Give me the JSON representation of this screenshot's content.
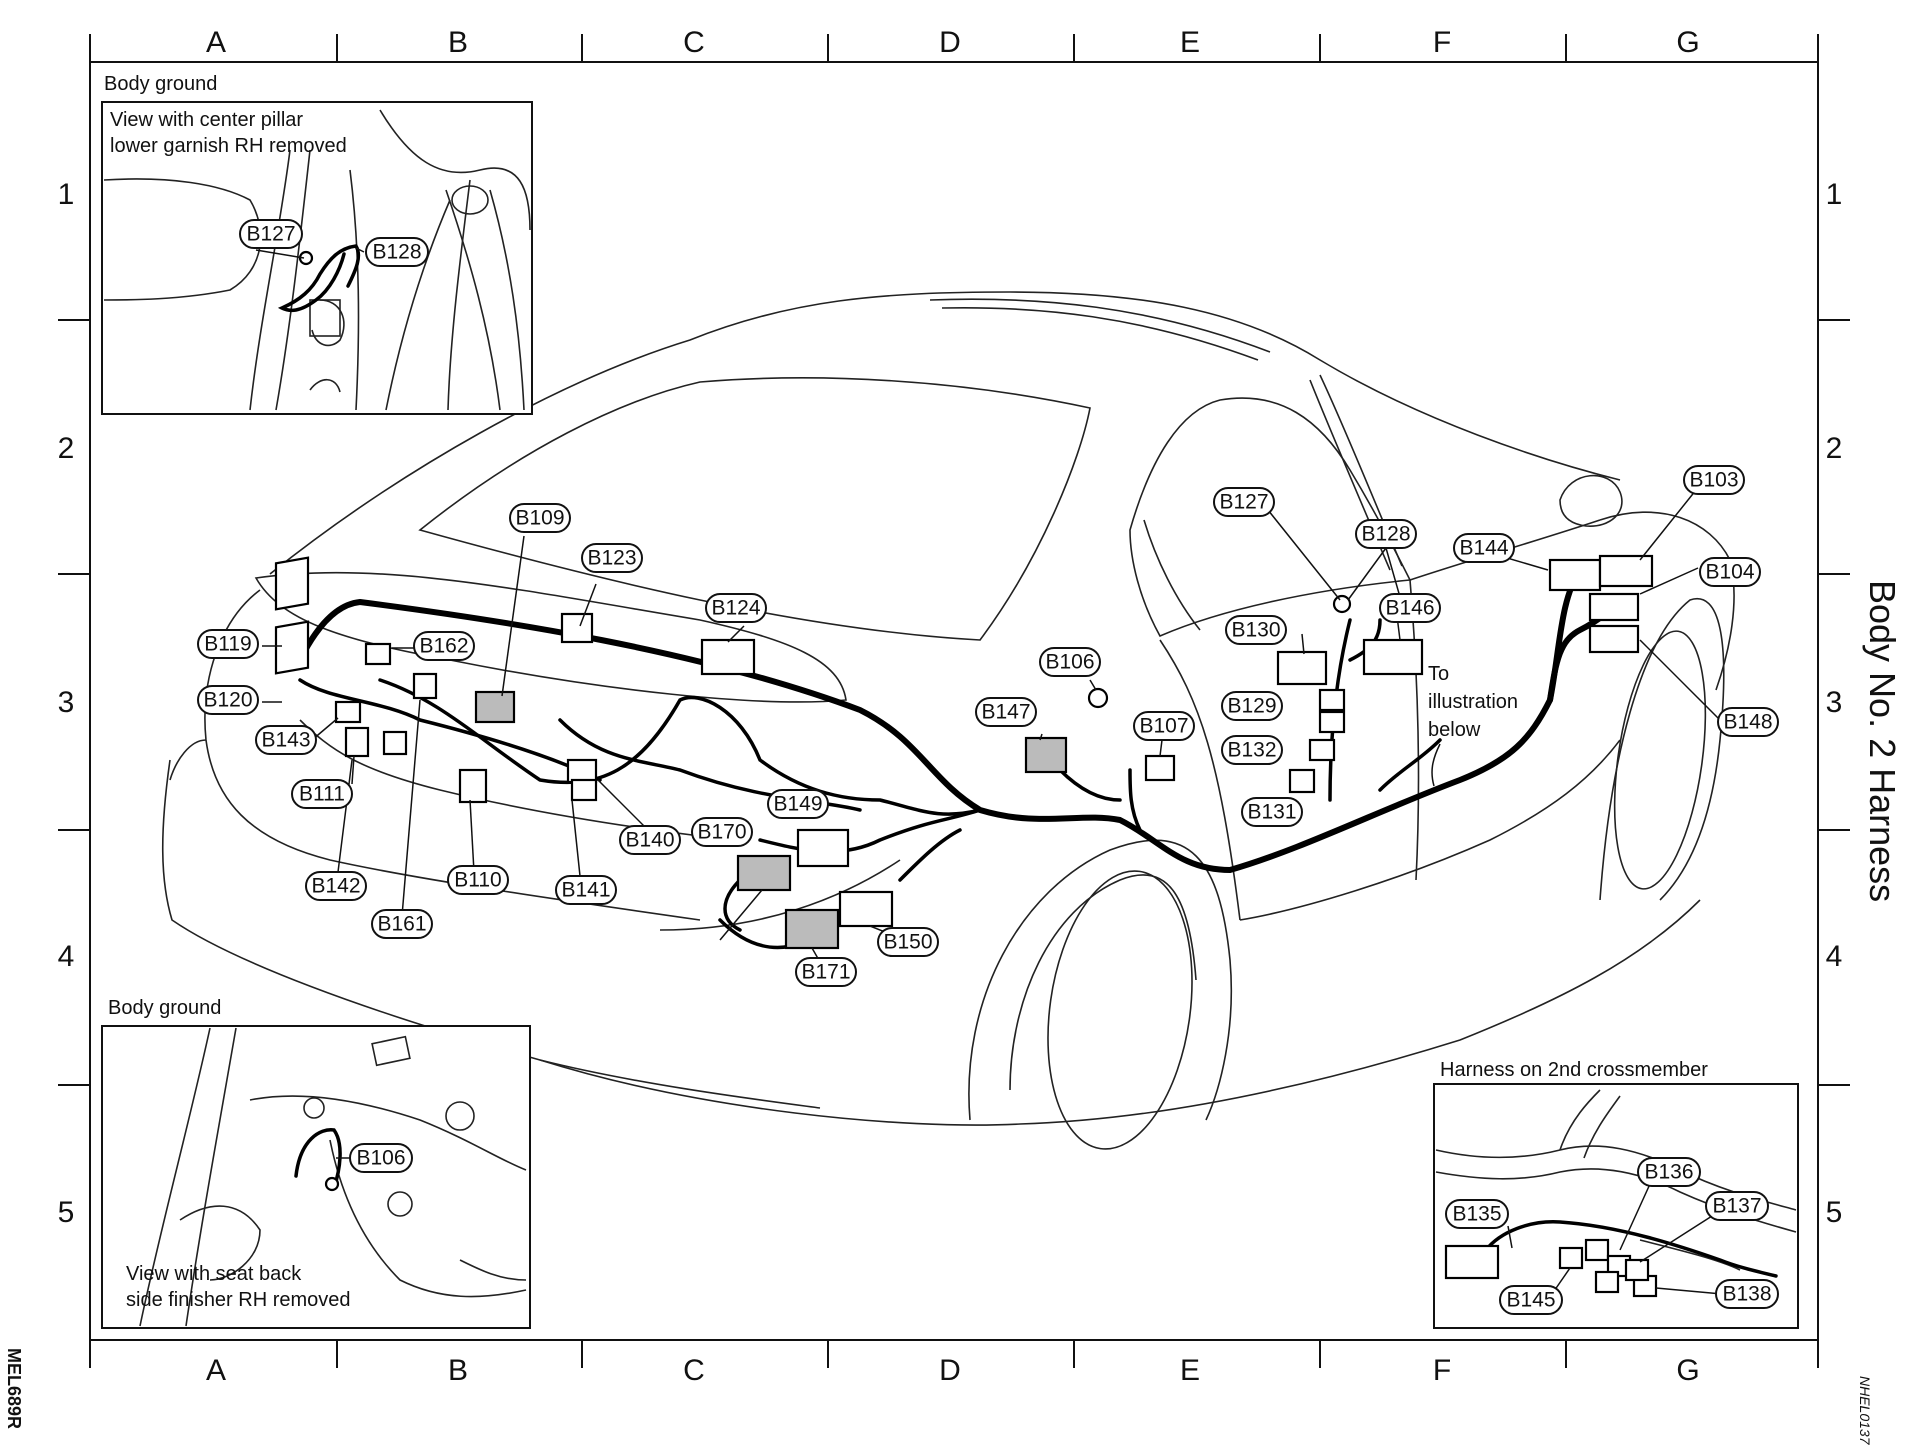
{
  "grid": {
    "columns": [
      "A",
      "B",
      "C",
      "D",
      "E",
      "F",
      "G"
    ],
    "rows": [
      "1",
      "2",
      "3",
      "4",
      "5"
    ]
  },
  "side_title": "Body No. 2 Harness",
  "figure_codes": {
    "left": "MEL689R",
    "right": "NHEL0137"
  },
  "insets": {
    "top_left": {
      "title": "Body ground",
      "note_lines": [
        "View with center pillar",
        "lower garnish RH removed"
      ],
      "callouts": [
        "B127",
        "B128"
      ]
    },
    "bottom_left": {
      "title": "Body ground",
      "note_lines": [
        "View with seat back",
        "side finisher RH removed"
      ],
      "callouts": [
        "B106"
      ]
    },
    "bottom_right": {
      "title": "Harness on 2nd crossmember",
      "callouts": [
        "B135",
        "B136",
        "B137",
        "B138",
        "B145"
      ]
    }
  },
  "main_note_lines": [
    "To",
    "illustration",
    "below"
  ],
  "connectors": [
    "B103",
    "B104",
    "B106",
    "B107",
    "B109",
    "B110",
    "B111",
    "B119",
    "B120",
    "B123",
    "B124",
    "B127",
    "B128",
    "B129",
    "B130",
    "B131",
    "B132",
    "B140",
    "B141",
    "B142",
    "B143",
    "B144",
    "B146",
    "B147",
    "B148",
    "B149",
    "B150",
    "B161",
    "B162",
    "B170",
    "B171"
  ]
}
